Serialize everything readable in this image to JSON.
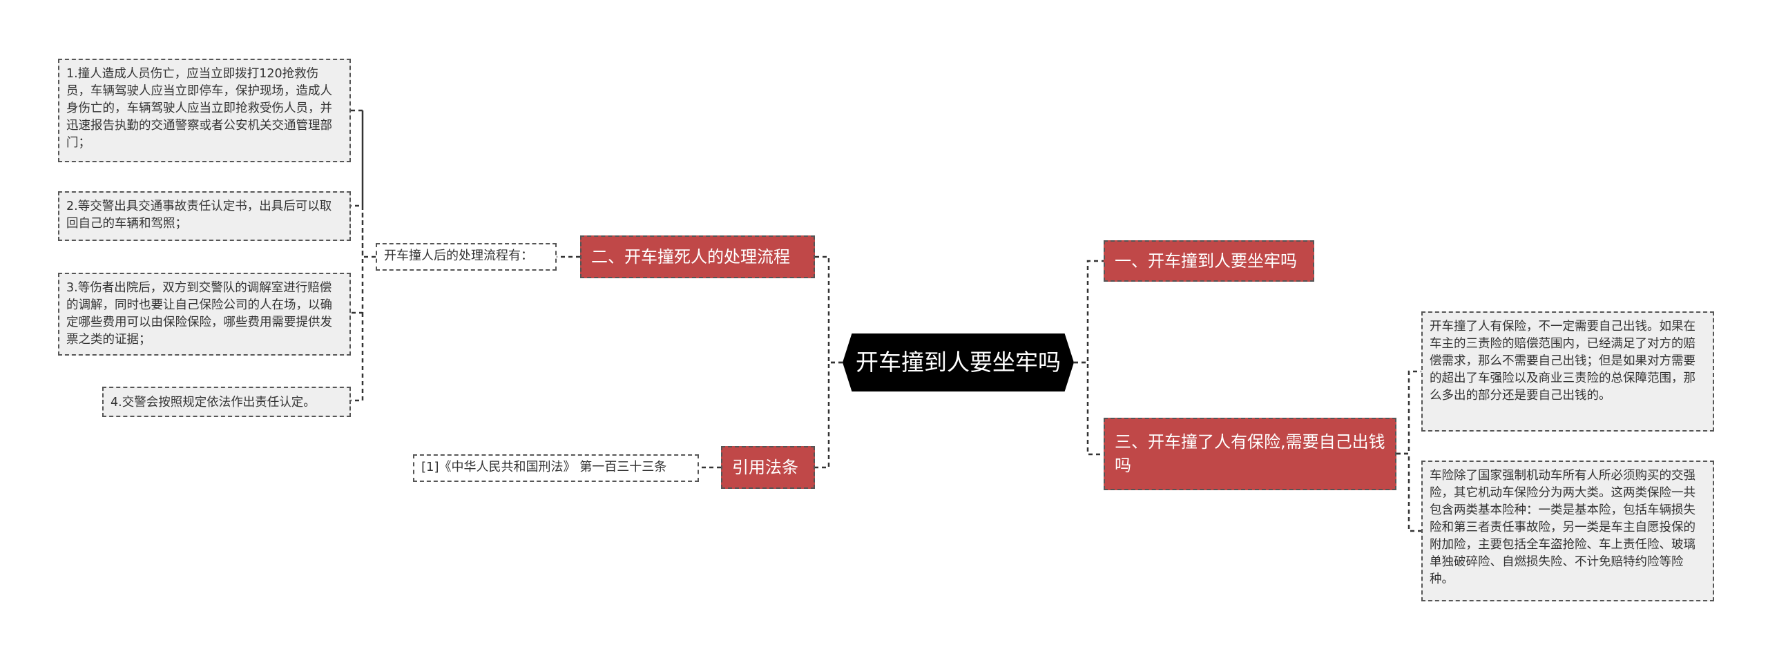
{
  "center": {
    "label": "开车撞到人要坐牢吗"
  },
  "branches": {
    "b1": {
      "label": "一、开车撞到人要坐牢吗"
    },
    "b2": {
      "label": "二、开车撞死人的处理流程",
      "intro": "开车撞人后的处理流程有：",
      "steps": [
        "1.撞人造成人员伤亡，应当立即拨打120抢救伤员，车辆驾驶人应当立即停车，保护现场，造成人身伤亡的，车辆驾驶人应当立即抢救受伤人员，并迅速报告执勤的交通警察或者公安机关交通管理部门；",
        "2.等交警出具交通事故责任认定书，出具后可以取回自己的车辆和驾照；",
        "3.等伤者出院后，双方到交警队的调解室进行赔偿的调解，同时也要让自己保险公司的人在场，以确定哪些费用可以由保险保险，哪些费用需要提供发票之类的证据；",
        "4.交警会按照规定依法作出责任认定。"
      ]
    },
    "b3": {
      "label": "三、开车撞了人有保险,需要自己出钱吗",
      "details": [
        "开车撞了人有保险，不一定需要自己出钱。如果在车主的三责险的赔偿范围内，已经满足了对方的赔偿需求，那么不需要自己出钱；但是如果对方需要的超出了车强险以及商业三责险的总保障范围，那么多出的部分还是要自己出钱的。",
        "车险除了国家强制机动车所有人所必须购买的交强险，其它机动车保险分为两大类。这两类保险一共包含两类基本险种：一类是基本险，包括车辆损失险和第三者责任事故险，另一类是车主自愿投保的附加险，主要包括全车盗抢险、车上责任险、玻璃单独破碎险、自燃损失险、不计免赔特约险等险种。"
      ]
    },
    "b4": {
      "label": "引用法条",
      "ref": "[1]《中华人民共和国刑法》 第一百三十三条"
    }
  }
}
